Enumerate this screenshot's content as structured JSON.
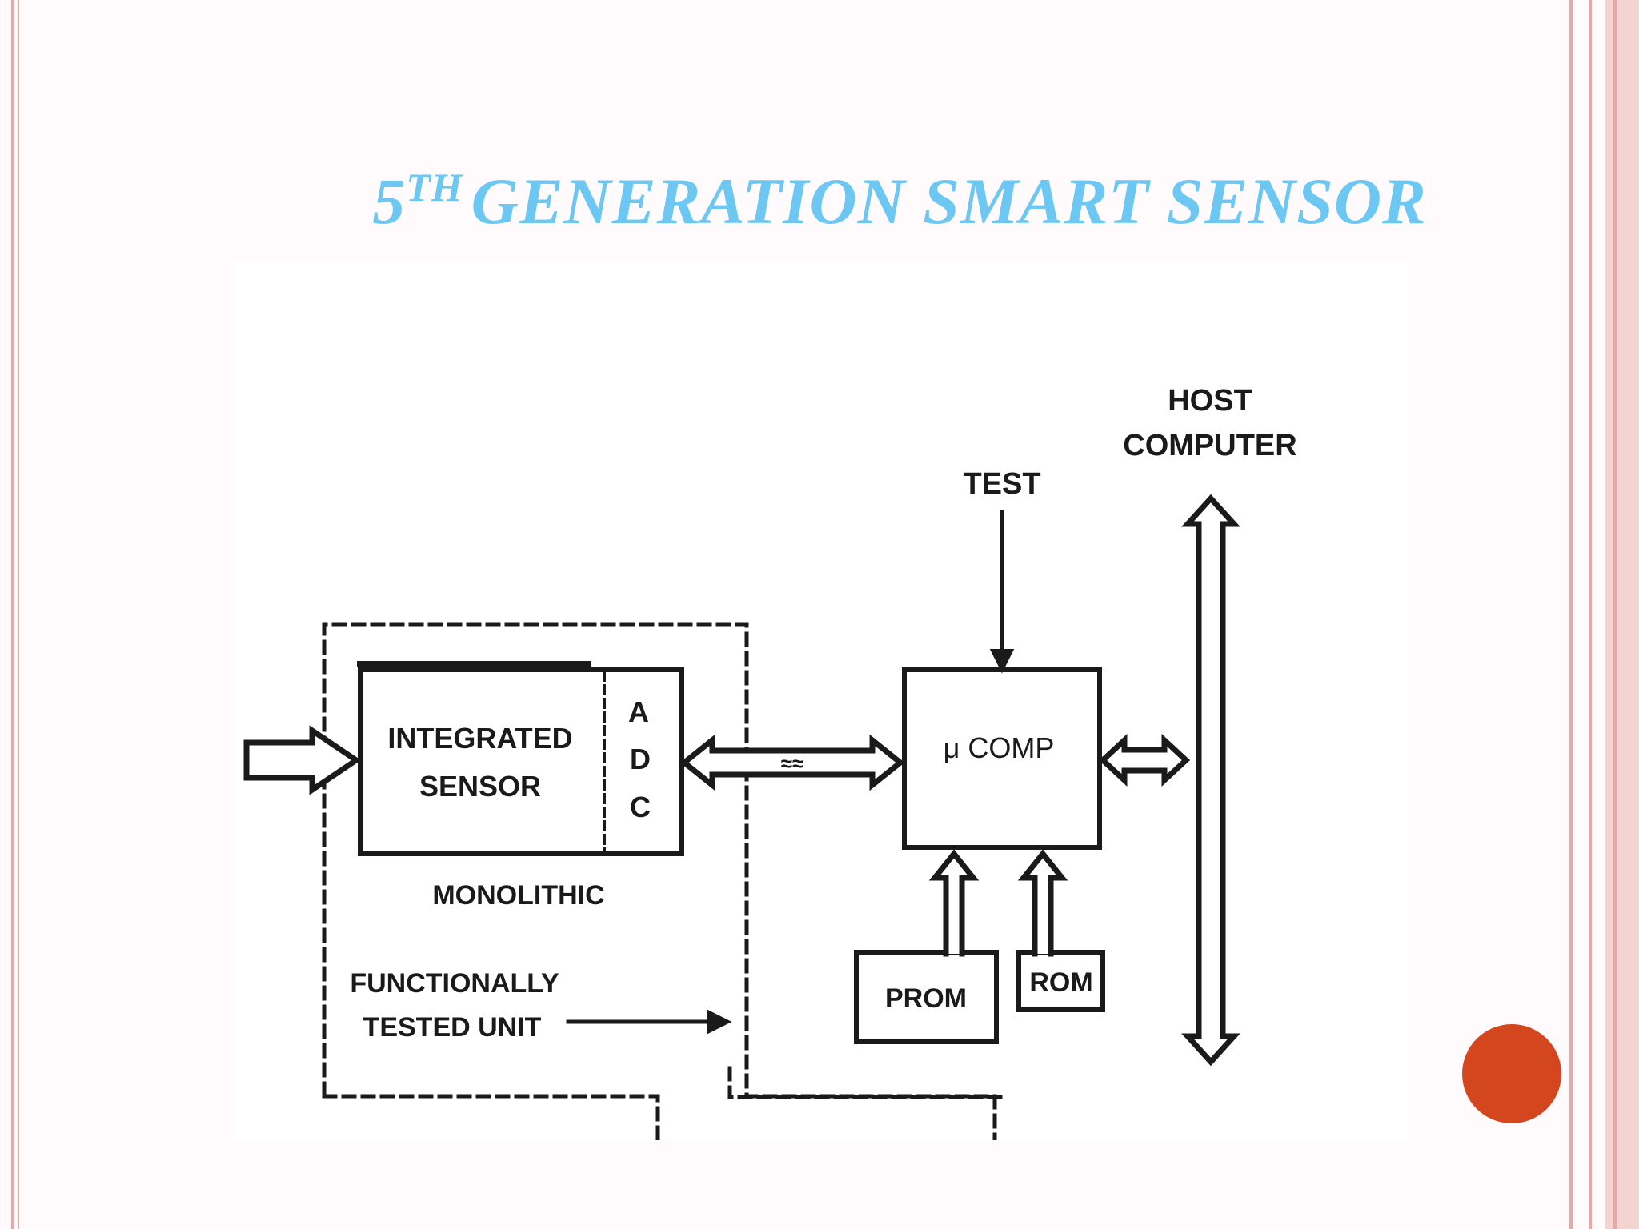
{
  "slide": {
    "title_number": "5",
    "title_superscript": "TH",
    "title_rest": "GENERATION SMART SENSOR",
    "colors": {
      "title": "#6cc8f2",
      "border": "#e8a9a6",
      "accent_dot": "#d4461e",
      "diagram_ink": "#1a1a1a"
    }
  },
  "diagram": {
    "labels": {
      "host": "HOST",
      "computer": "COMPUTER",
      "test": "TEST",
      "integrated": "INTEGRATED",
      "sensor": "SENSOR",
      "adc_a": "A",
      "adc_d": "D",
      "adc_c": "C",
      "bus_mark": "≈≈",
      "ucomp": "μ COMP",
      "monolithic": "MONOLITHIC",
      "functionally": "FUNCTIONALLY",
      "tested_unit": "TESTED UNIT",
      "prom": "PROM",
      "rom": "ROM"
    }
  }
}
